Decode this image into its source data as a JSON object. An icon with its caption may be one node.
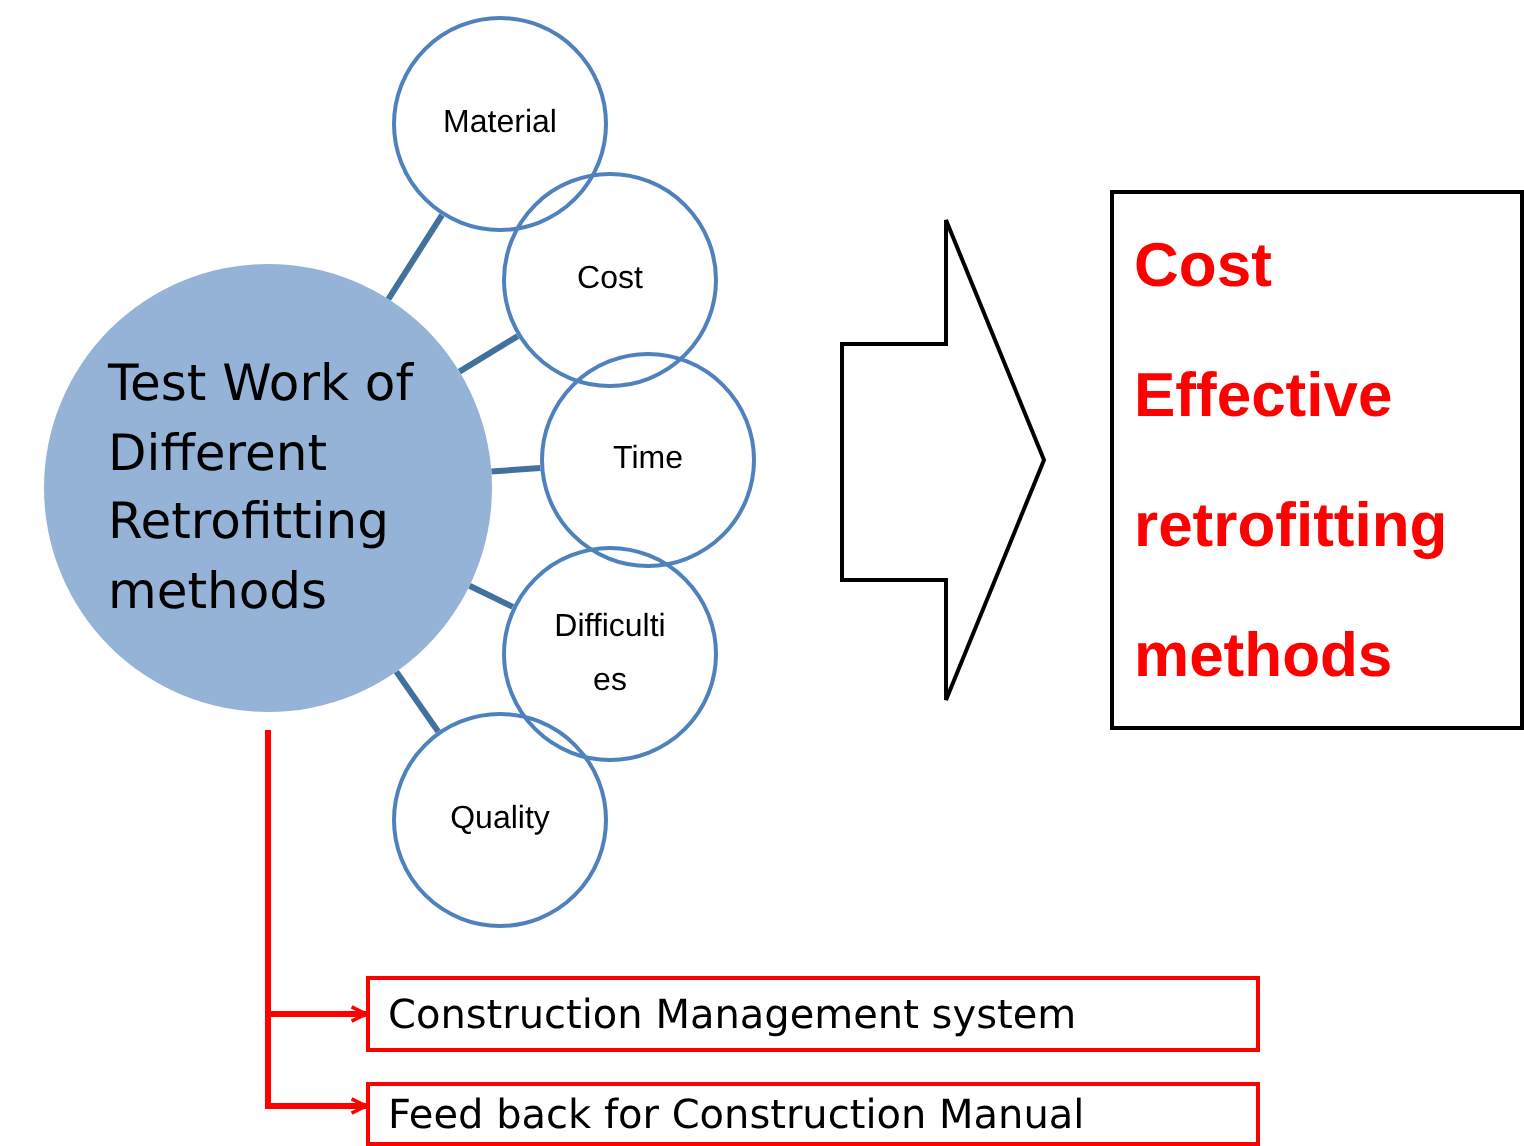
{
  "diagram": {
    "nodes": [
      {
        "text": [
          "Test Work of Different Retrofitting methods"
        ]
      },
      {
        "text": [
          "Material"
        ]
      },
      {
        "text": [
          "Cost"
        ]
      },
      {
        "text": [
          "Time"
        ]
      },
      {
        "text": [
          "Difficulti es"
        ]
      },
      {
        "text": [
          "Quality"
        ]
      },
      {
        "text": [
          "Cost Effective retrofitting methods"
        ]
      },
      {
        "text": [
          "Construction Management system"
        ]
      },
      {
        "text": [
          "Feed back for Construction Manual"
        ]
      }
    ],
    "edges": [
      {
        "from": 0,
        "to": 1,
        "arrow": "none"
      },
      {
        "from": 0,
        "to": 2,
        "arrow": "none"
      },
      {
        "from": 0,
        "to": 3,
        "arrow": "none"
      },
      {
        "from": 0,
        "to": 4,
        "arrow": "none"
      },
      {
        "from": 0,
        "to": 5,
        "arrow": "none"
      },
      {
        "from": 3,
        "to": 6,
        "arrow": "to",
        "style": "thick",
        "color": "#000000"
      },
      {
        "from": 0,
        "to": 7,
        "arrow": "to",
        "color": "#ff0000"
      },
      {
        "from": 0,
        "to": 8,
        "arrow": "to",
        "color": "#ff0000"
      }
    ]
  }
}
